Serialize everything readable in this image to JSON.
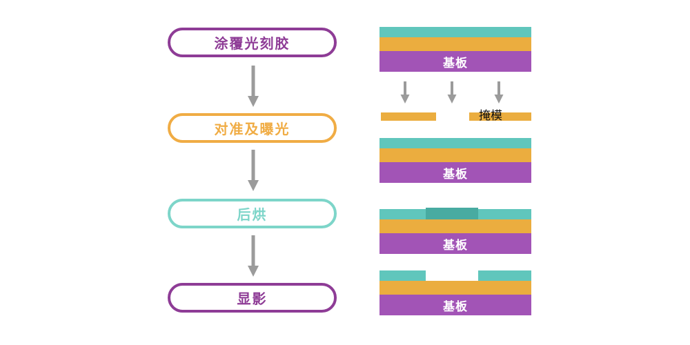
{
  "flowchart": {
    "arrow_color": "#9b9b9b",
    "steps": [
      {
        "label": "涂覆光刻胶",
        "color": "#8e3c96"
      },
      {
        "label": "对准及曝光",
        "color": "#f0ac44"
      },
      {
        "label": "后烘",
        "color": "#7dd5c9"
      },
      {
        "label": "显影",
        "color": "#8e3c96"
      }
    ]
  },
  "cross_sections": {
    "substrate_label": "基板",
    "mask_label": "掩模",
    "arrow_color": "#9b9b9b",
    "colors": {
      "photoresist": "#60c6bc",
      "exposed_photoresist": "#48aba1",
      "film": "#ebad3f",
      "substrate": "#a254b6",
      "mask": "#ebad3f",
      "substrate_text": "#ffffff",
      "mask_text": "#111111"
    }
  }
}
